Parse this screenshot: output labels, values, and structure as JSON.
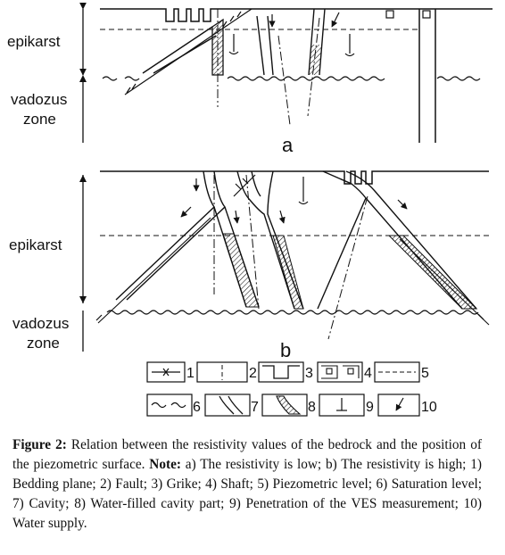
{
  "panels": {
    "a": {
      "letter": "a",
      "upper_label": "epikarst",
      "lower_label_line1": "vadozus",
      "lower_label_line2": "zone"
    },
    "b": {
      "letter": "b",
      "upper_label": "epikarst",
      "lower_label_line1": "vadozus",
      "lower_label_line2": "zone"
    }
  },
  "legend": [
    {
      "num": "1",
      "symbol": "bedding-plane"
    },
    {
      "num": "2",
      "symbol": "fault"
    },
    {
      "num": "3",
      "symbol": "grike"
    },
    {
      "num": "4",
      "symbol": "shaft"
    },
    {
      "num": "5",
      "symbol": "piezometric-level"
    },
    {
      "num": "6",
      "symbol": "saturation-level"
    },
    {
      "num": "7",
      "symbol": "cavity"
    },
    {
      "num": "8",
      "symbol": "water-filled-cavity-part"
    },
    {
      "num": "9",
      "symbol": "ves-penetration"
    },
    {
      "num": "10",
      "symbol": "water-supply"
    }
  ],
  "caption": {
    "prefix": "Figure 2:",
    "text1": " Relation between the resistivity values of the bedrock and the position of the piezometric surface. ",
    "note": "Note:",
    "text2": " a) The resistivity is low; b) The resistivity is high; 1) Bedding plane; 2) Fault; 3) Grike; 4) Shaft; 5) Piezometric level; 6) Saturation level; 7) Cavity; 8) Water-filled cavity part; 9) Penetration of the VES measurement; 10) Water supply."
  },
  "colors": {
    "ink": "#111111",
    "background": "#ffffff"
  }
}
